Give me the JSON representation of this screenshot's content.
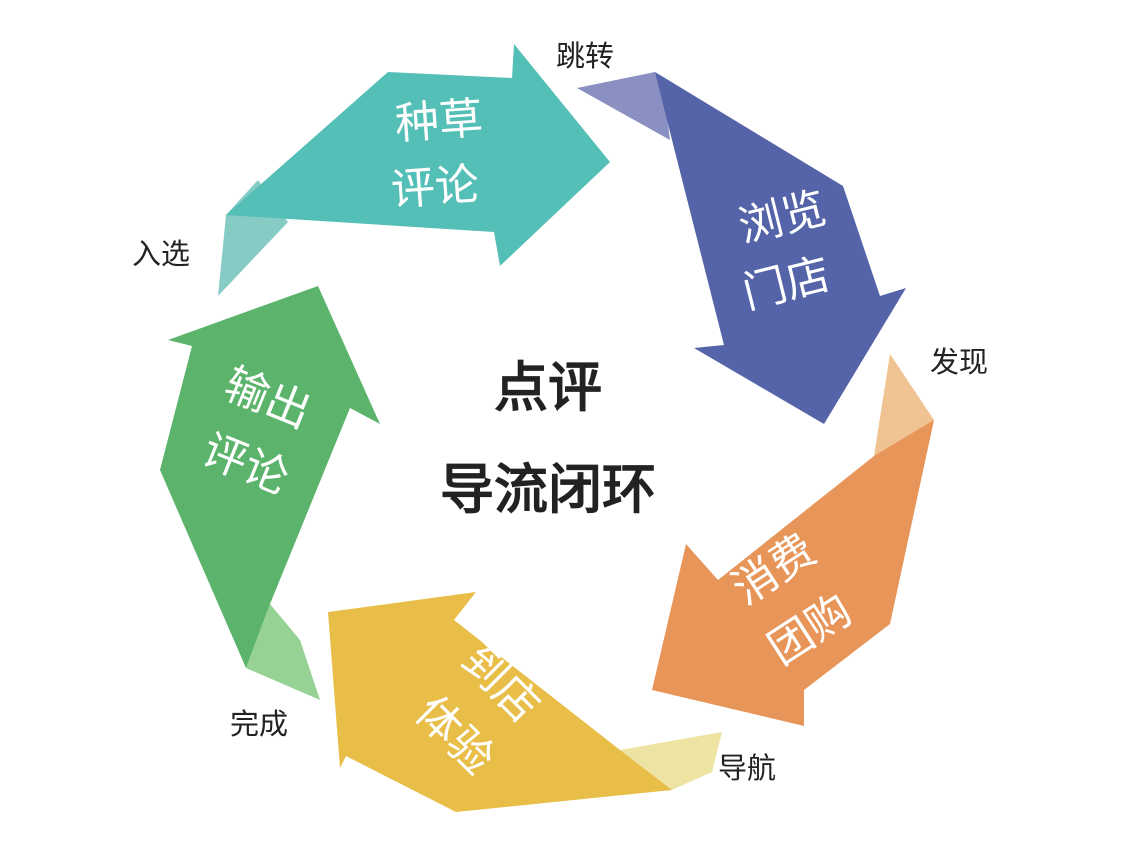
{
  "title": {
    "line1": "点评",
    "line2": "导流闭环"
  },
  "stages": [
    {
      "id": "seed",
      "line1": "种草",
      "line2": "评论",
      "color": "#54bfb6",
      "fold_color": "#86cbc4"
    },
    {
      "id": "browse",
      "line1": "浏览",
      "line2": "门店",
      "color": "#5563a8",
      "fold_color": "#8a90c1"
    },
    {
      "id": "consume",
      "line1": "消费",
      "line2": "团购",
      "color": "#e8955a",
      "fold_color": "#f0c392"
    },
    {
      "id": "visit",
      "line1": "到店",
      "line2": "体验",
      "color": "#e8be48",
      "fold_color": "#ede4a3"
    },
    {
      "id": "review",
      "line1": "输出",
      "line2": "评论",
      "color": "#5cb46c",
      "fold_color": "#97d295"
    }
  ],
  "transitions": {
    "jump": "跳转",
    "discover": "发现",
    "navigate": "导航",
    "complete": "完成",
    "select": "入选"
  }
}
